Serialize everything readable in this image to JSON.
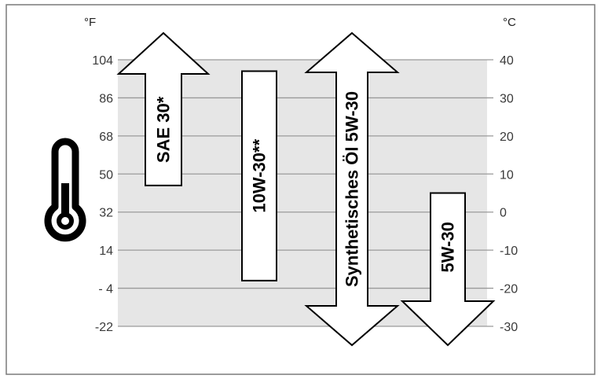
{
  "units": {
    "fahrenheit": "°F",
    "celsius": "°C"
  },
  "colors": {
    "band": "#e6e6e6",
    "grid": "#9a9a9a",
    "frame": "#7a7a7a",
    "text": "#3a3a3a"
  },
  "icon": "thermometer-icon",
  "chart_data": {
    "type": "range",
    "left_ticks": [
      "104",
      "86",
      "68",
      "50",
      "32",
      "14",
      "- 4",
      "-22"
    ],
    "right_ticks": [
      "40",
      "30",
      "20",
      "10",
      "0",
      "-10",
      "-20",
      "-30"
    ],
    "ylim_celsius": [
      -30,
      40
    ],
    "grid": true,
    "series": [
      {
        "label": "SAE 30*",
        "min_c": 7,
        "max_c": 40,
        "open_top": true,
        "open_bottom": false
      },
      {
        "label": "10W-30**",
        "min_c": -18,
        "max_c": 37,
        "open_top": false,
        "open_bottom": false
      },
      {
        "label": "Synthetisches Öl 5W-30",
        "min_c": -30,
        "max_c": 40,
        "open_top": true,
        "open_bottom": true
      },
      {
        "label": "5W-30",
        "min_c": 5,
        "max_c": -30,
        "open_top": false,
        "open_bottom": true
      }
    ]
  }
}
